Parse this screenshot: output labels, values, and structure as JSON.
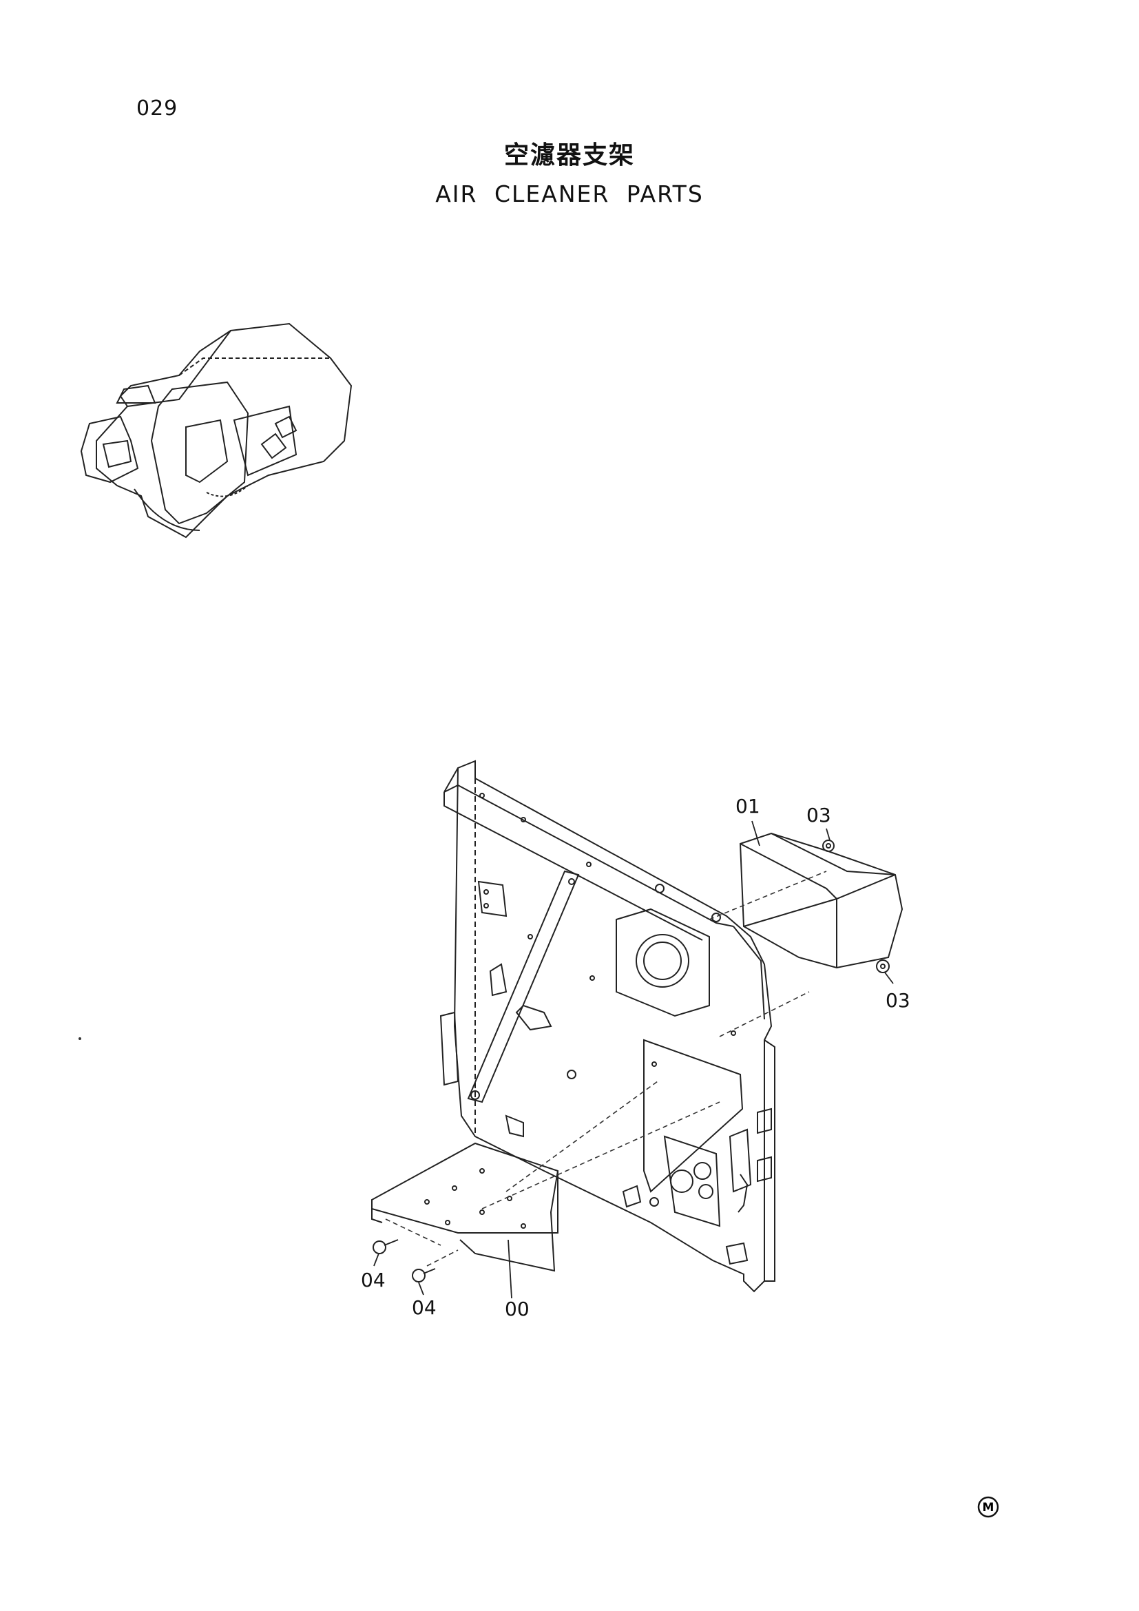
{
  "page": {
    "number": "029",
    "title_cn": "空濾器支架",
    "title_en": "AIR CLEANER PARTS",
    "mark": "M"
  },
  "diagram": {
    "callouts": {
      "c00": "00",
      "c01": "01",
      "c03a": "03",
      "c03b": "03",
      "c04a": "04",
      "c04b": "04"
    }
  }
}
